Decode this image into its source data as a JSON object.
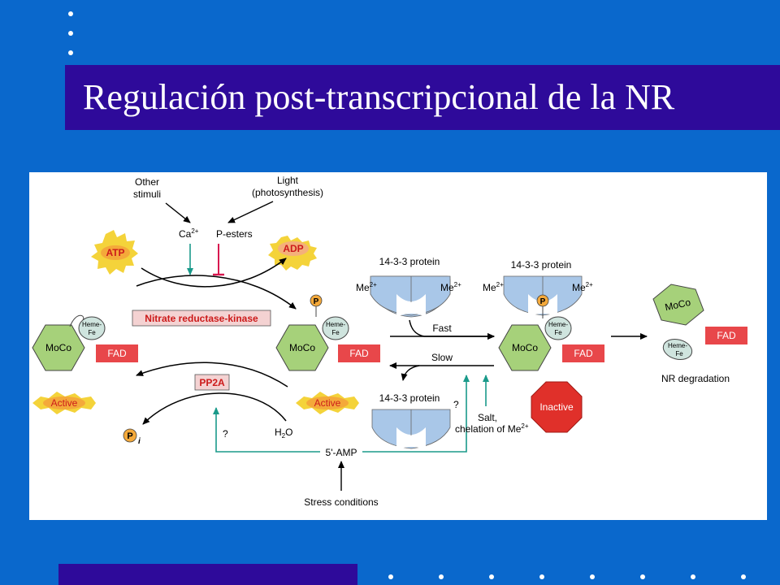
{
  "slide": {
    "title": "Regulación post-transcripcional de la NR"
  },
  "diagram": {
    "other_stimuli": [
      "Other",
      "stimuli"
    ],
    "light": [
      "Light",
      "(photosynthesis)"
    ],
    "ca": "Ca",
    "ca_sup": "2+",
    "p_esters": "P-esters",
    "atp": "ATP",
    "adp": "ADP",
    "kinase": "Nitrate reductase-kinase",
    "pp2a": "PP2A",
    "moco": "MoCo",
    "fad": "FAD",
    "heme": [
      "Heme-",
      "Fe"
    ],
    "p": "P",
    "pi": "P",
    "pi_sub": "i",
    "active": "Active",
    "inactive": "Inactive",
    "h2o": "H",
    "h2o_sub": "2",
    "h2o_tail": "O",
    "protein": "14-3-3 protein",
    "me": "Me",
    "me_sup": "2+",
    "fast": "Fast",
    "slow": "Slow",
    "question": "?",
    "salt": "Salt,",
    "chelation": "chelation of Me",
    "amp": "5'-AMP",
    "stress": "Stress conditions",
    "degradation": "NR degradation"
  },
  "colors": {
    "background": "#0a68cc",
    "title_bar": "#2e0a9a",
    "moco": "#a6d17a",
    "fad": "#e8474a",
    "heme": "#cfe4de",
    "protein": "#a9c7e8",
    "atp": "#f4a93a",
    "teal": "#1a9a8a",
    "inhibit": "#d8174f",
    "inactive": "#e0302a",
    "kinase_bg": "#f4d2d2"
  }
}
